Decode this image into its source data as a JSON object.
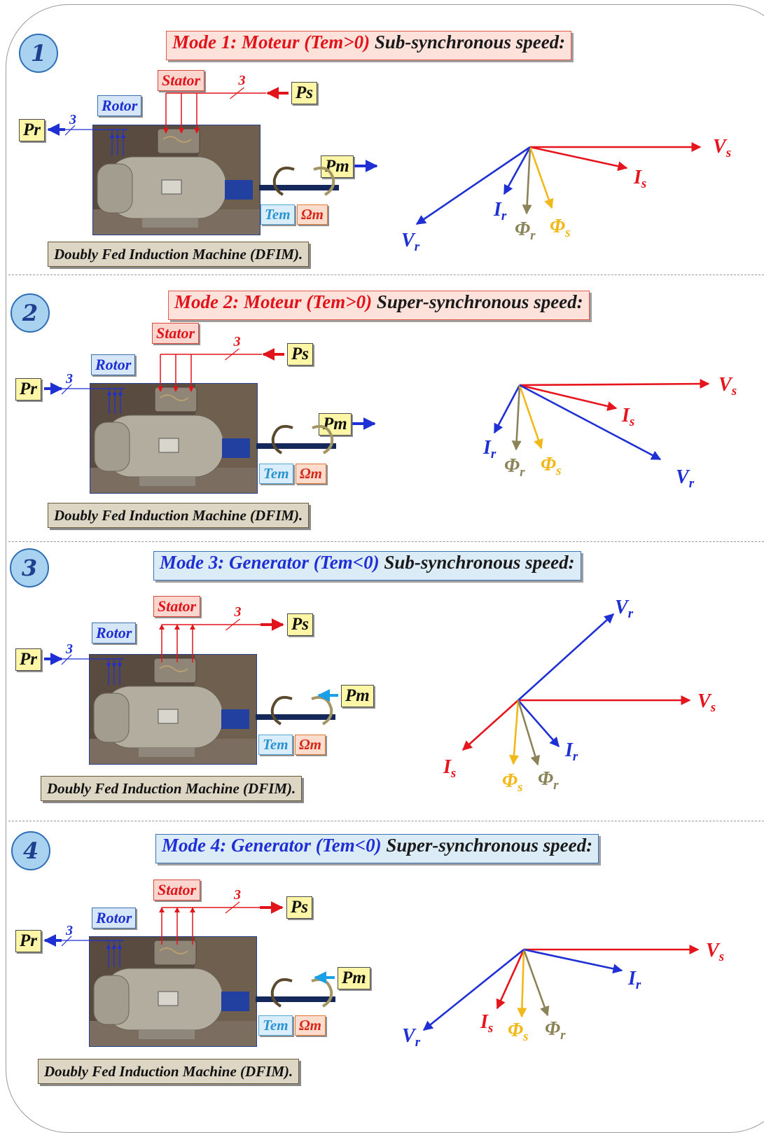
{
  "colors": {
    "motor_title_text": "#e0141a",
    "generator_title_text": "#1e2fd4",
    "Vs": "#e6141c",
    "Is": "#e6141c",
    "Ir": "#1e2fd4",
    "Vr": "#1e2fd4",
    "Phi_r": "#8a8458",
    "Phi_s": "#f2b81a",
    "stator_arrow": "#e0141a",
    "rotor_arrow": "#1e2fd4",
    "Pm_in_arrow": "#1aa0e6"
  },
  "labels": {
    "stator": "Stator",
    "rotor": "Rotor",
    "ps": "Ps",
    "pr": "Pr",
    "pm": "Pm",
    "tem": "Tem",
    "omega_m": "Ωm",
    "three": "3",
    "caption": "Doubly Fed Induction Machine (DFIM)."
  },
  "phasor_names": {
    "Vs": [
      "V",
      "s"
    ],
    "Is": [
      "I",
      "s"
    ],
    "Ir": [
      "I",
      "r"
    ],
    "Vr": [
      "V",
      "r"
    ],
    "Phi_r": [
      "Φ",
      "r"
    ],
    "Phi_s": [
      "Φ",
      "s"
    ]
  },
  "modes": [
    {
      "number": "1",
      "title_colored": "Mode 1: Moteur (Tem>0)",
      "title_rest": " Sub-synchronous speed:",
      "kind": "motor",
      "stator_flow": "in",
      "rotor_flow": "out",
      "pm_flow": "out"
    },
    {
      "number": "2",
      "title_colored": "Mode 2: Moteur (Tem>0)",
      "title_rest": " Super-synchronous speed:",
      "kind": "motor",
      "stator_flow": "in",
      "rotor_flow": "in",
      "pm_flow": "out"
    },
    {
      "number": "3",
      "title_colored": "Mode 3: Generator (Tem<0)",
      "title_rest": " Sub-synchronous speed:",
      "kind": "generator",
      "stator_flow": "out",
      "rotor_flow": "in",
      "pm_flow": "in"
    },
    {
      "number": "4",
      "title_colored": "Mode 4: Generator (Tem<0)",
      "title_rest": " Super-synchronous speed:",
      "kind": "generator",
      "stator_flow": "out",
      "rotor_flow": "out",
      "pm_flow": "in"
    }
  ]
}
